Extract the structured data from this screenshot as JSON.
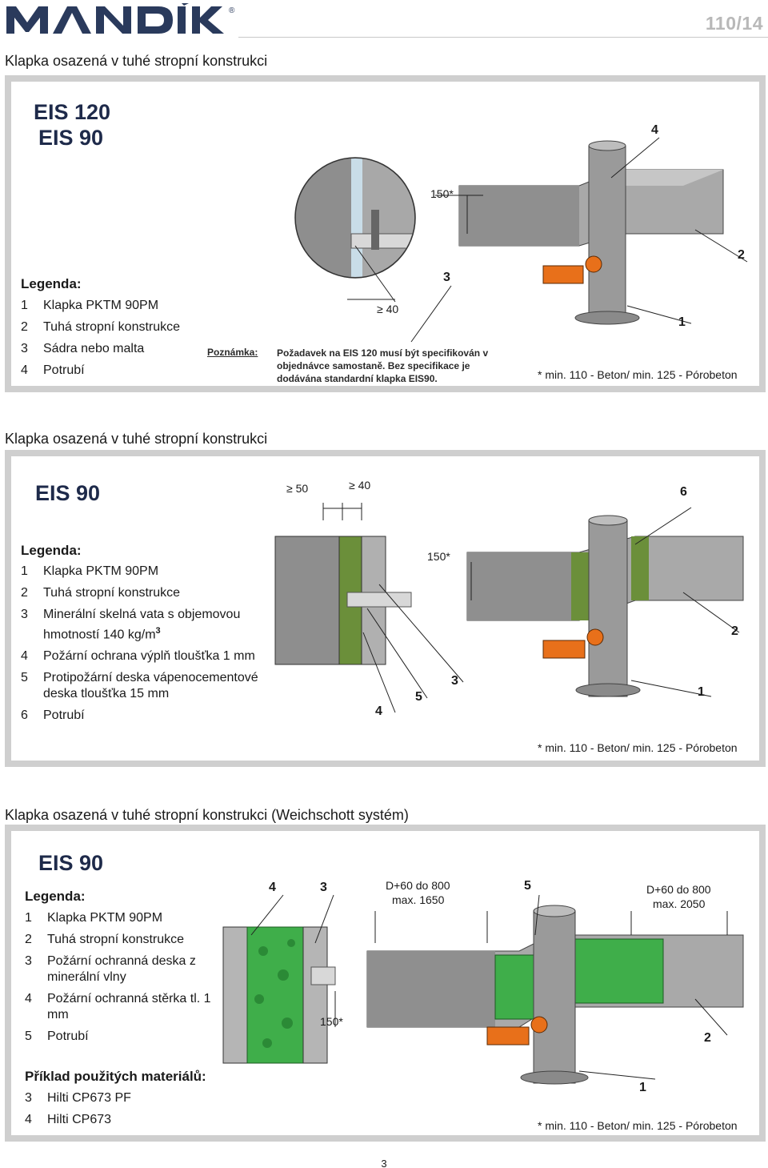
{
  "header": {
    "brand": "MANDÍK",
    "registered": "®",
    "page_number": "110/14"
  },
  "colors": {
    "brand_navy": "#2a3a5c",
    "concrete": "#9a9a9a",
    "actuator_orange": "#e8701a",
    "mineral_green": "#4fb04f",
    "panel_border": "#cfcfcf"
  },
  "section1": {
    "title": "Klapka osazená v tuhé stropní konstrukci",
    "eis_line1": "EIS 120",
    "eis_line2": "EIS 90",
    "legend_title": "Legenda:",
    "legend": [
      {
        "num": "1",
        "text": "Klapka PKTM 90PM"
      },
      {
        "num": "2",
        "text": "Tuhá stropní konstrukce"
      },
      {
        "num": "3",
        "text": "Sádra nebo malta"
      },
      {
        "num": "4",
        "text": "Potrubí"
      }
    ],
    "note_label": "Poznámka:",
    "note_line1": "Požadavek na EIS 120 musí být specifikován v",
    "note_line2": "objednávce samostaně. Bez specifikace je",
    "note_line3": "dodávána standardní klapka EIS90.",
    "callouts": {
      "c1": "1",
      "c2": "2",
      "c3": "3",
      "c4": "4"
    },
    "dim_150": "150*",
    "dim_40": "≥ 40",
    "footnote": "* min. 110 - Beton/ min. 125 - Pórobeton"
  },
  "section2": {
    "title": "Klapka osazená v tuhé stropní konstrukci",
    "eis": "EIS 90",
    "legend_title": "Legenda:",
    "legend": [
      {
        "num": "1",
        "text": "Klapka PKTM 90PM"
      },
      {
        "num": "2",
        "text": "Tuhá stropní konstrukce"
      },
      {
        "num": "3",
        "text": "Minerální skelná vata s objemovou hmotností 140 kg/m",
        "sup": "3"
      },
      {
        "num": "4",
        "text": "Požární ochrana výplň tloušťka 1 mm"
      },
      {
        "num": "5",
        "text": "Protipožární deska vápenocementové deska tloušťka 15 mm"
      },
      {
        "num": "6",
        "text": "Potrubí"
      }
    ],
    "callouts": {
      "c1": "1",
      "c2": "2",
      "c3": "3",
      "c4": "4",
      "c5": "5",
      "c6": "6"
    },
    "dim_50": "≥ 50",
    "dim_40": "≥ 40",
    "dim_150": "150*",
    "footnote": "* min. 110 - Beton/ min. 125 - Pórobeton"
  },
  "section3": {
    "title": "Klapka osazená v tuhé stropní konstrukci (Weichschott systém)",
    "eis": "EIS 90",
    "legend_title": "Legenda:",
    "legend": [
      {
        "num": "1",
        "text": "Klapka PKTM 90PM"
      },
      {
        "num": "2",
        "text": "Tuhá stropní konstrukce"
      },
      {
        "num": "3",
        "text": "Požární ochranná deska z minerální vlny"
      },
      {
        "num": "4",
        "text": "Požární ochranná stěrka tl. 1 mm"
      },
      {
        "num": "5",
        "text": "Potrubí"
      }
    ],
    "materials_title": "Příklad použitých materiálů:",
    "materials": [
      {
        "num": "3",
        "text": "Hilti CP673 PF"
      },
      {
        "num": "4",
        "text": "Hilti CP673"
      }
    ],
    "callouts": {
      "c1": "1",
      "c2": "2",
      "c3": "3",
      "c4": "4",
      "c5": "5"
    },
    "dim_a_line1": "D+60 do 800",
    "dim_a_line2": "max. 1650",
    "dim_b_line1": "D+60 do 800",
    "dim_b_line2": "max. 2050",
    "dim_150": "150*",
    "footnote": "* min. 110 - Beton/ min. 125 - Pórobeton"
  },
  "footer": {
    "page": "3"
  }
}
